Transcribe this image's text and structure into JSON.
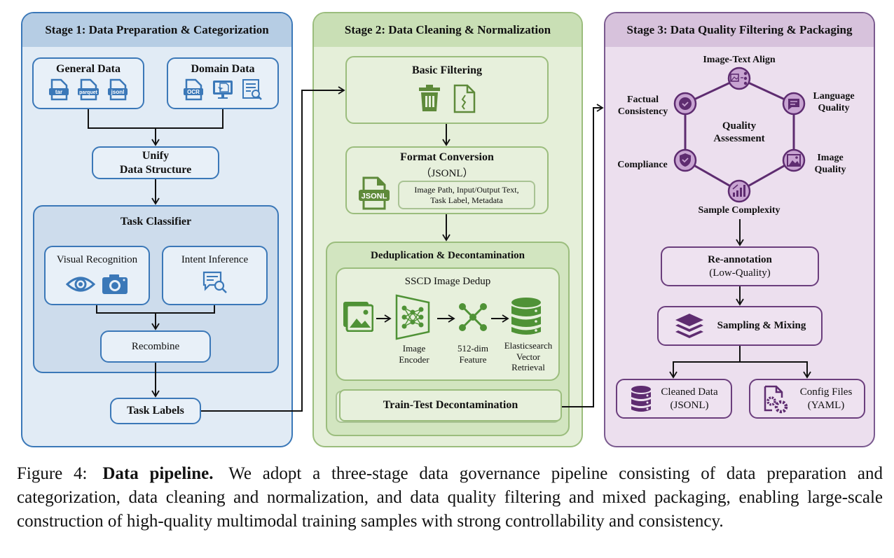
{
  "stage1": {
    "title": "Stage 1: Data Preparation & Categorization",
    "general_data": {
      "title": "General Data",
      "icons": [
        "tar",
        "parquet",
        "jsonl"
      ]
    },
    "domain_data": {
      "title": "Domain Data",
      "icons": [
        "OCR",
        "screen-doc-icon",
        "document-search-icon"
      ]
    },
    "unify": {
      "line1": "Unify",
      "line2": "Data Structure"
    },
    "task_classifier": {
      "title": "Task Classifier",
      "visual_recognition": "Visual Recognition",
      "intent_inference": "Intent Inference",
      "recombine": "Recombine"
    },
    "task_labels": "Task Labels"
  },
  "stage2": {
    "title": "Stage 2: Data Cleaning & Normalization",
    "basic_filtering": "Basic Filtering",
    "format_conversion": {
      "title": "Format Conversion",
      "subtitle": "（JSONL）",
      "icon_label": "JSONL",
      "fields_line1": "Image Path, Input/Output Text,",
      "fields_line2": "Task Label, Metadata"
    },
    "dedup": {
      "title": "Deduplication & Decontamination",
      "sscd_title": "SSCD Image Dedup",
      "steps": [
        {
          "icon": "image-stack-icon",
          "label": ""
        },
        {
          "icon": "neural-network-icon",
          "label": "Image\nEncoder"
        },
        {
          "icon": "feature-node-icon",
          "label": "512-dim\nFeature"
        },
        {
          "icon": "database-icon",
          "label": "Elasticsearch\nVector\nRetrieval"
        }
      ],
      "image_encoder_l1": "Image",
      "image_encoder_l2": "Encoder",
      "feature_l1": "512-dim",
      "feature_l2": "Feature",
      "retrieval_l1": "Elasticsearch",
      "retrieval_l2": "Vector",
      "retrieval_l3": "Retrieval",
      "train_test": "Train-Test Decontamination"
    }
  },
  "stage3": {
    "title": "Stage 3: Data Quality Filtering & Packaging",
    "assessment": {
      "center_l1": "Quality",
      "center_l2": "Assessment",
      "nodes": {
        "image_text_align": "Image-Text Align",
        "language_quality_l1": "Language",
        "language_quality_l2": "Quality",
        "image_quality_l1": "Image",
        "image_quality_l2": "Quality",
        "sample_complexity": "Sample Complexity",
        "compliance": "Compliance",
        "factual_l1": "Factual",
        "factual_l2": "Consistency"
      }
    },
    "reannotation": {
      "title": "Re-annotation",
      "subtitle": "(Low-Quality)"
    },
    "sampling": "Sampling & Mixing",
    "cleaned_data": {
      "l1": "Cleaned Data",
      "l2": "(JSONL)"
    },
    "config_files": {
      "l1": "Config Files",
      "l2": "(YAML)"
    }
  },
  "colors": {
    "stage1_accent": "#3b78b8",
    "stage2_accent": "#5e8a3a",
    "stage3_accent": "#5e2c70"
  },
  "caption": {
    "label": "Figure 4:",
    "bold": "Data pipeline.",
    "text": "We adopt a three-stage data governance pipeline consisting of data preparation and categorization, data cleaning and normalization, and data quality filtering and mixed packaging, enabling large-scale construction of high-quality multimodal training samples with strong controllability and consistency."
  }
}
